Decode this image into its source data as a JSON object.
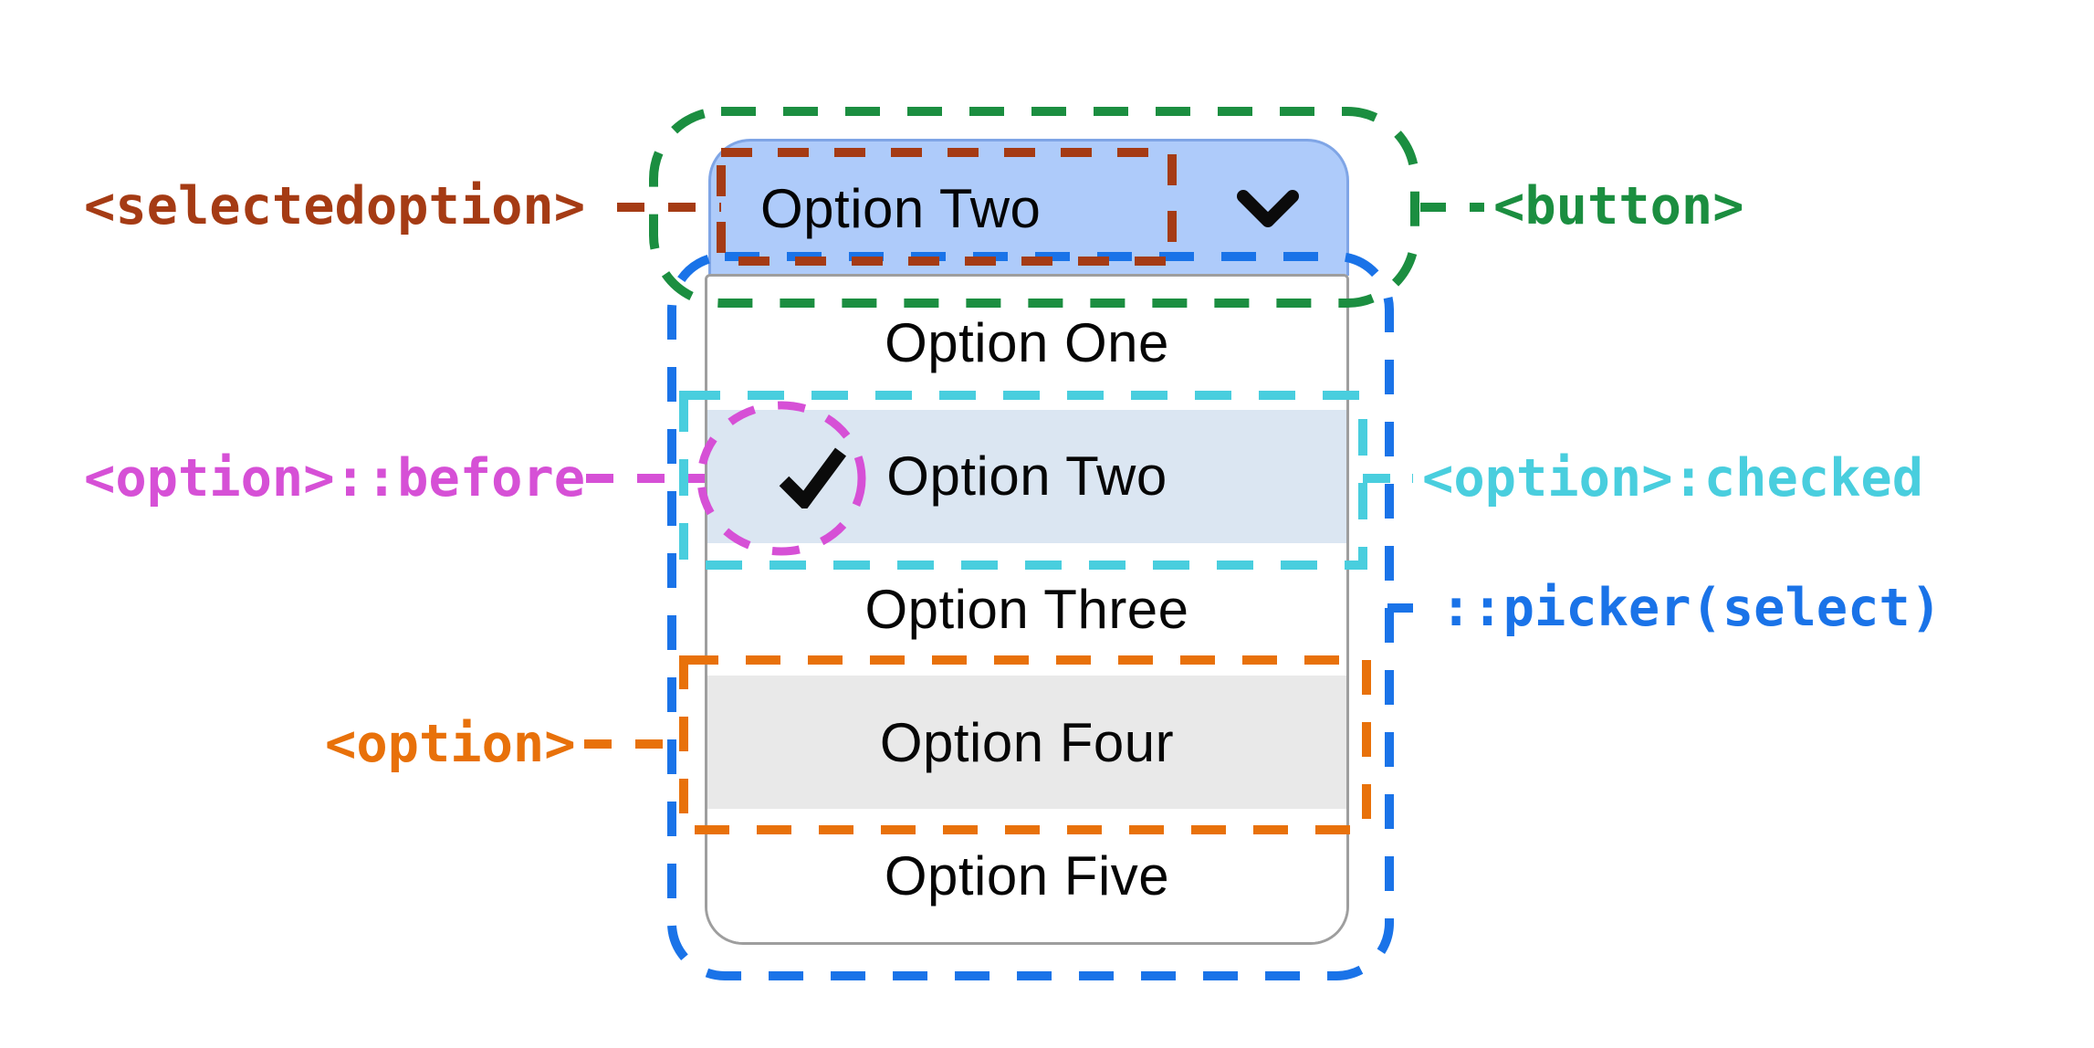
{
  "select": {
    "button": {
      "selected_label": "Option Two",
      "fill_color": "#aecbfa",
      "chevron_icon": "chevron-down"
    },
    "picker": {
      "border_color": "#9e9e9e",
      "options": [
        {
          "label": "Option One",
          "background": "#ffffff",
          "checked": false
        },
        {
          "label": "Option Two",
          "background": "#dbe6f2",
          "checked": true,
          "check_icon": "checkmark"
        },
        {
          "label": "Option Three",
          "background": "#ffffff",
          "checked": false
        },
        {
          "label": "Option Four",
          "background": "#e9e9e9",
          "checked": false
        },
        {
          "label": "Option Five",
          "background": "#ffffff",
          "checked": false
        }
      ]
    }
  },
  "annotations": {
    "selectedoption": {
      "label": "<selectedoption>",
      "color": "#a53b14",
      "points_to": "selected option text inside button"
    },
    "button": {
      "label": "<button>",
      "color": "#1b8e40",
      "points_to": "select button"
    },
    "option_before": {
      "label": "<option>::before",
      "color": "#d650d6",
      "points_to": "checkmark pseudo-element"
    },
    "option_checked": {
      "label": "<option>:checked",
      "color": "#49cede",
      "points_to": "checked option row"
    },
    "picker": {
      "label": "::picker(select)",
      "color": "#1a73e8",
      "points_to": "dropdown picker popup"
    },
    "option": {
      "label": "<option>",
      "color": "#e8710a",
      "points_to": "option row"
    }
  }
}
